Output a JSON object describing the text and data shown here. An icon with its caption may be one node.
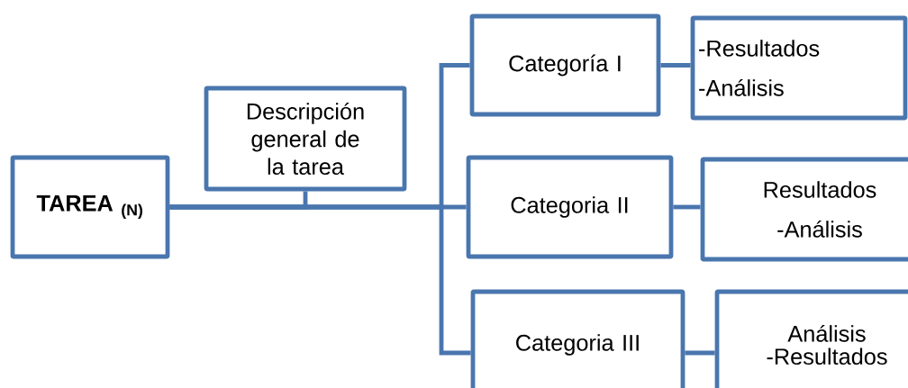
{
  "diagram": {
    "nodes": [
      {
        "text": [
          "TAREA $_{(N)}$"
        ]
      },
      {
        "text": [
          "Descripción general de la tarea"
        ]
      },
      {
        "text": [
          "Categoría I"
        ]
      },
      {
        "text": [
          "Categoria II"
        ]
      },
      {
        "text": [
          "Categoria III"
        ]
      },
      {
        "text": [
          "-Resultados",
          "-Análisis"
        ]
      },
      {
        "text": [
          "Resultados",
          "-Análisis"
        ]
      },
      {
        "text": [
          "Análisis",
          "-Resultados"
        ]
      }
    ],
    "edges": [
      {
        "from": 0,
        "to": 1,
        "arrow": "none"
      },
      {
        "from": 0,
        "to": 2,
        "arrow": "none"
      },
      {
        "from": 0,
        "to": 3,
        "arrow": "none"
      },
      {
        "from": 0,
        "to": 4,
        "arrow": "none"
      },
      {
        "from": 2,
        "to": 5,
        "arrow": "none"
      },
      {
        "from": 3,
        "to": 6,
        "arrow": "none"
      },
      {
        "from": 4,
        "to": 7,
        "arrow": "none"
      }
    ]
  }
}
